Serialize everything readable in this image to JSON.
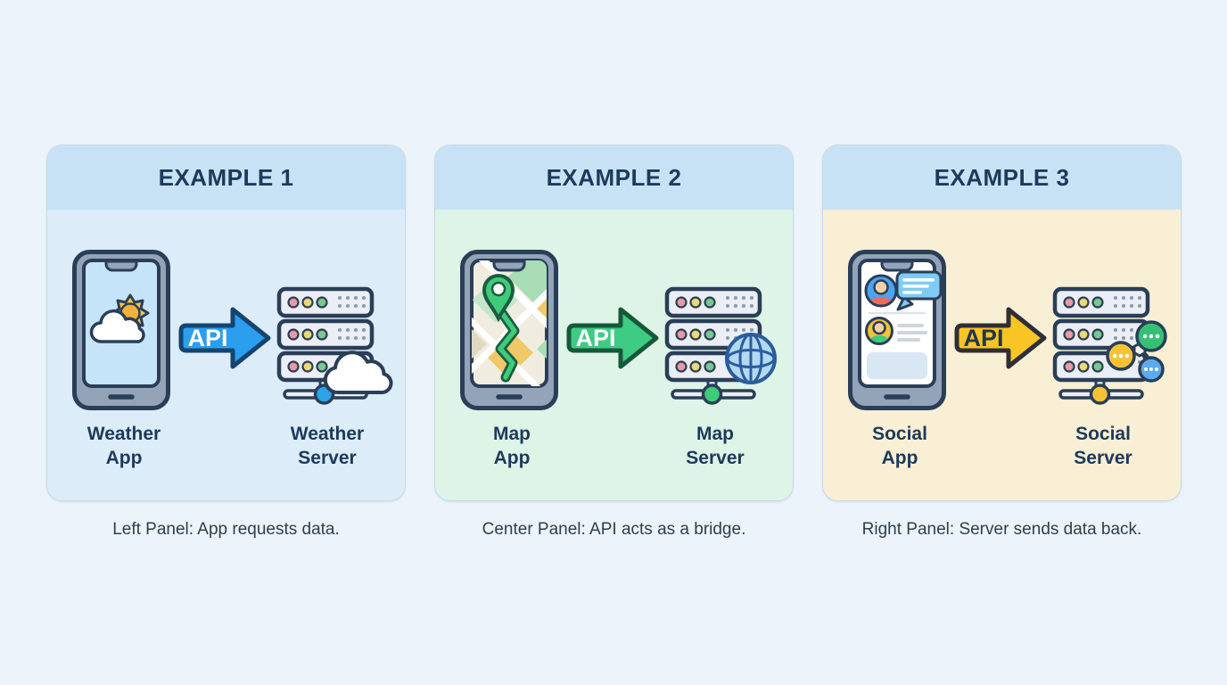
{
  "colors": {
    "page_background": "#edf3fa",
    "panel_title_text": "#1c3a5c",
    "outline": "#2a3e57",
    "caption_text": "#2d3e52"
  },
  "panels": [
    {
      "title": "EXAMPLE 1",
      "app_label_line1": "Weather",
      "app_label_line2": "App",
      "server_label_line1": "Weather",
      "server_label_line2": "Server",
      "api_label": "API",
      "caption": "Left Panel: App requests data.",
      "icons": {
        "app": "weather-app-phone-icon",
        "arrow": "api-arrow-icon",
        "server": "weather-server-cloud-icon"
      },
      "colors": {
        "header": "#c8e2f5",
        "body": "#dcecf9",
        "arrow_fill": "#2b9ef0",
        "arrow_outline": "#17446e",
        "api_text": "#ffffff",
        "node": "#2ba3e8"
      }
    },
    {
      "title": "EXAMPLE 2",
      "app_label_line1": "Map",
      "app_label_line2": "App",
      "server_label_line1": "Map",
      "server_label_line2": "Server",
      "api_label": "API",
      "caption": "Center Panel: API acts as a bridge.",
      "icons": {
        "app": "map-app-phone-icon",
        "arrow": "api-arrow-icon",
        "server": "map-server-globe-icon"
      },
      "colors": {
        "header": "#c8e2f5",
        "body": "#def4e7",
        "arrow_fill": "#3ecb83",
        "arrow_outline": "#16583a",
        "api_text": "#ffffff",
        "node": "#3ecb7a"
      }
    },
    {
      "title": "EXAMPLE 3",
      "app_label_line1": "Social",
      "app_label_line2": "App",
      "server_label_line1": "Social",
      "server_label_line2": "Server",
      "api_label": "API",
      "caption": "Right Panel: Server sends data back.",
      "icons": {
        "app": "social-app-phone-icon",
        "arrow": "api-arrow-icon",
        "server": "social-server-chat-icon"
      },
      "colors": {
        "header": "#c8e2f5",
        "body": "#f9efd5",
        "arrow_fill": "#f8c525",
        "arrow_outline": "#2e2e38",
        "api_text": "#24364d",
        "node": "#f6c337"
      }
    }
  ]
}
